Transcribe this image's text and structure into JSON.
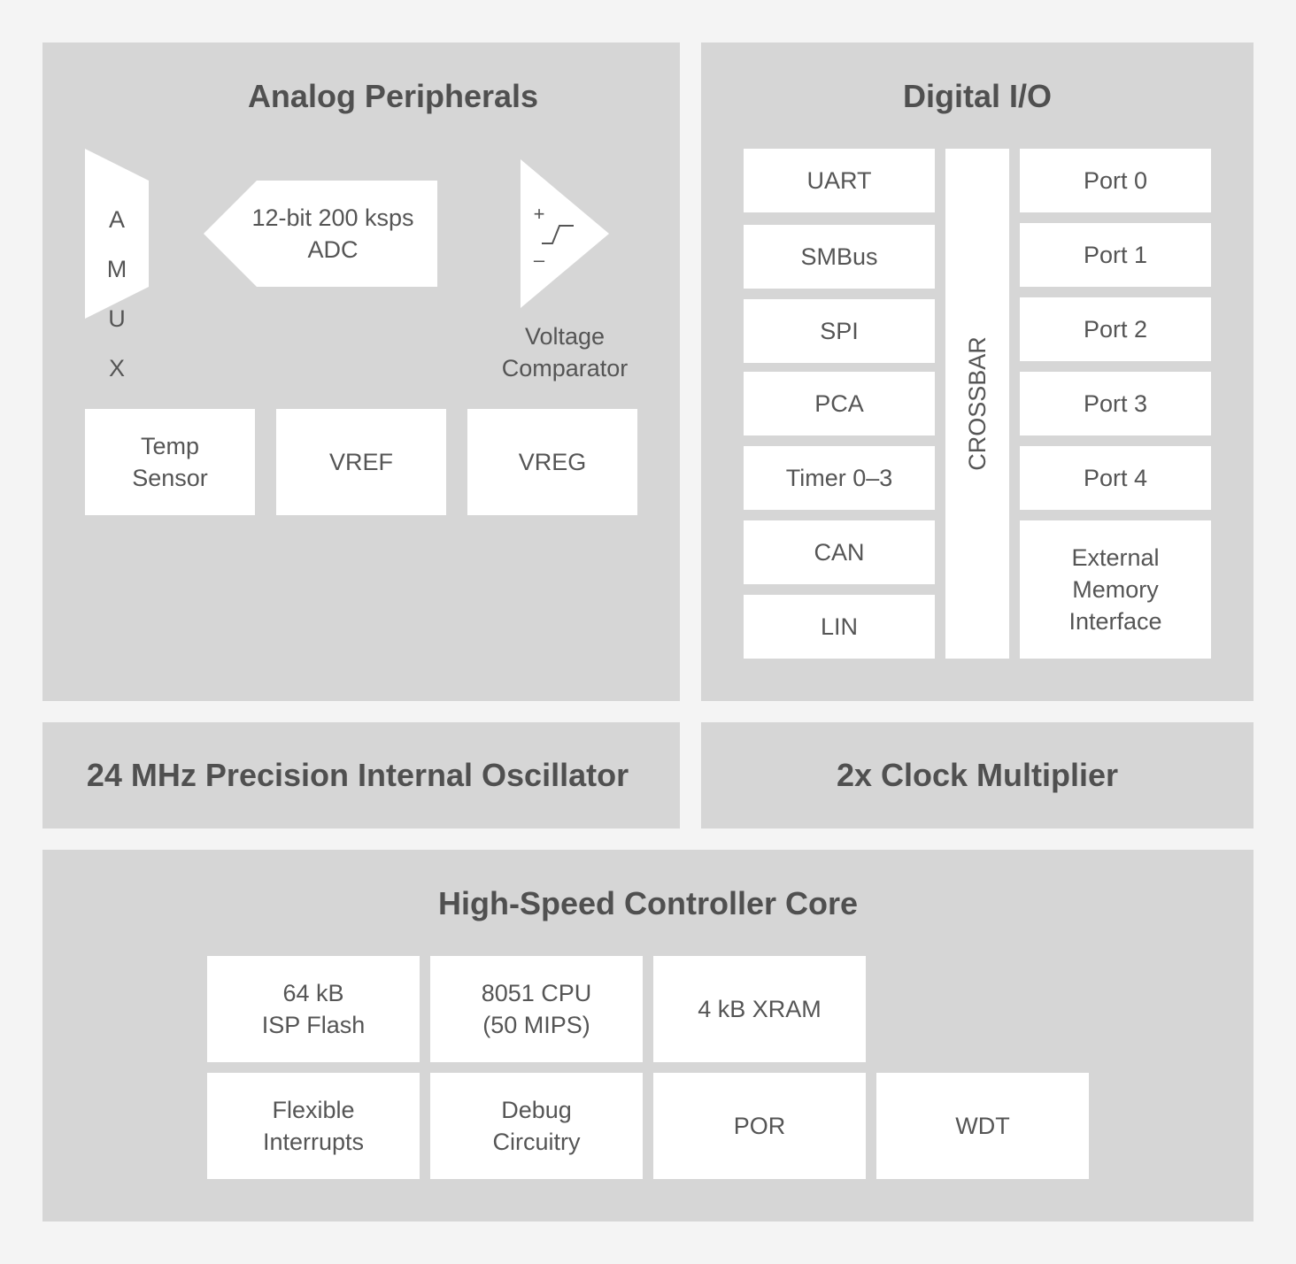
{
  "analog": {
    "title": "Analog Peripherals",
    "amux": [
      "A",
      "M",
      "U",
      "X"
    ],
    "adc": "12-bit 200 ksps\nADC",
    "comparator_plus": "+",
    "comparator_minus": "–",
    "comparator_label": "Voltage\nComparator",
    "boxes": [
      "Temp\nSensor",
      "VREF",
      "VREG"
    ]
  },
  "digital": {
    "title": "Digital I/O",
    "left": [
      "UART",
      "SMBus",
      "SPI",
      "PCA",
      "Timer 0–3",
      "CAN",
      "LIN"
    ],
    "crossbar": "CROSSBAR",
    "right": [
      "Port 0",
      "Port 1",
      "Port 2",
      "Port 3",
      "Port 4",
      "External\nMemory\nInterface"
    ]
  },
  "oscillator": {
    "title": "24 MHz Precision Internal Oscillator"
  },
  "clock": {
    "title": "2x Clock Multiplier"
  },
  "core": {
    "title": "High-Speed Controller Core",
    "row1": [
      "64 kB\nISP Flash",
      "8051 CPU\n(50 MIPS)",
      "4 kB XRAM"
    ],
    "row2": [
      "Flexible\nInterrupts",
      "Debug\nCircuitry",
      "POR",
      "WDT"
    ]
  }
}
